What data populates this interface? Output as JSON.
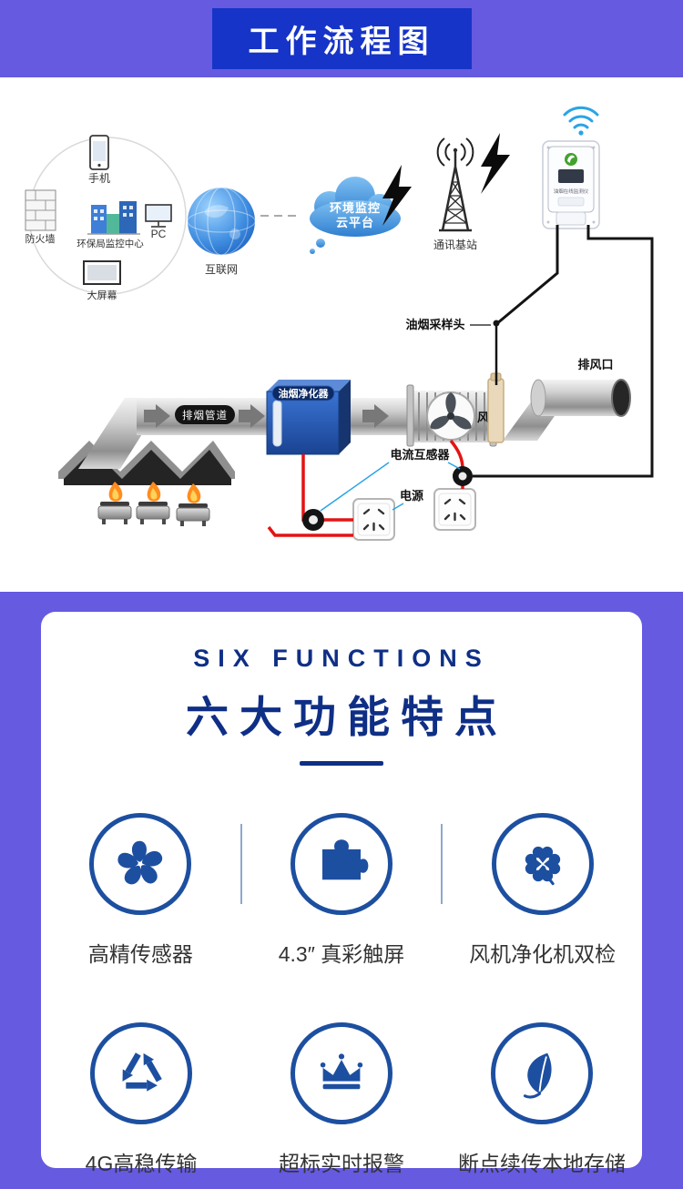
{
  "theme": {
    "page_bg": "#655ae0",
    "header_box_bg": "#1734c8",
    "header_text": "#ffffff",
    "accent": "#1d4fa0",
    "heading": "#0f2f86",
    "label": "#333333",
    "wire_red": "#e31414",
    "leader_blue": "#2aa4e6"
  },
  "header": {
    "title": "工作流程图"
  },
  "diagram": {
    "labels": {
      "phone": "手机",
      "firewall": "防火墙",
      "monitor_center": "环保局监控中心",
      "pc": "PC",
      "big_screen": "大屏幕",
      "internet": "互联网",
      "cloud_line1": "环境监控",
      "cloud_line2": "云平台",
      "base_station": "通讯基站",
      "device_name": "油烟在线监测仪",
      "sampler": "油烟采样头",
      "duct_tag": "排烟管道",
      "purifier": "油烟净化器",
      "fan": "风机",
      "outlet": "排风口",
      "current_transformer": "电流互感器",
      "power": "电源"
    }
  },
  "functions": {
    "eyebrow": "SIX FUNCTIONS",
    "title": "六大功能特点",
    "items": [
      {
        "label": "高精传感器",
        "icon": "pinwheel-icon"
      },
      {
        "label": "4.3″ 真彩触屏",
        "icon": "puzzle-icon"
      },
      {
        "label": "风机净化机双检",
        "icon": "clover-icon"
      },
      {
        "label": "4G高稳传输",
        "icon": "recycle-icon"
      },
      {
        "label": "超标实时报警",
        "icon": "crown-icon"
      },
      {
        "label": "断点续传本地存储",
        "icon": "leaf-icon"
      }
    ]
  }
}
